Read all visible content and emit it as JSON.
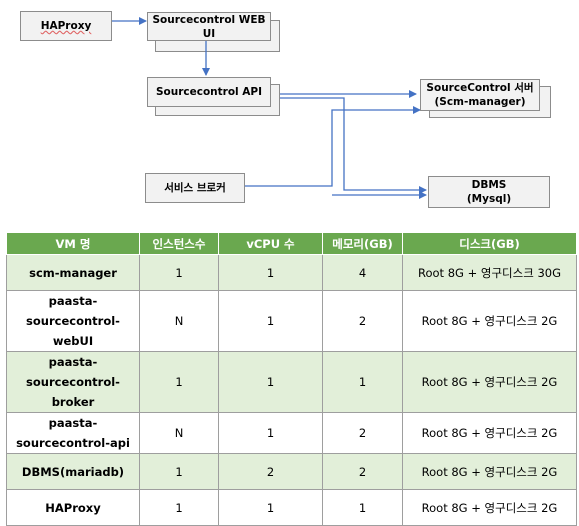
{
  "diagram": {
    "haproxy": "HAProxy",
    "webui": "Sourcecontrol WEB UI",
    "api": "Sourcecontrol API",
    "broker": "서비스 브로커",
    "scm_line1": "SourceControl 서버",
    "scm_line2": "(Scm-manager)",
    "dbms_line1": "DBMS",
    "dbms_line2": "(Mysql)"
  },
  "table": {
    "headers": [
      "VM 명",
      "인스턴스수",
      "vCPU 수",
      "메모리(GB)",
      "디스크(GB)"
    ],
    "rows": [
      {
        "name1": "scm-manager",
        "name2": "",
        "instances": "1",
        "vcpu": "1",
        "memory": "4",
        "disk": "Root 8G + 영구디스크 30G"
      },
      {
        "name1": "paasta-",
        "name2": "sourcecontrol-webUI",
        "instances": "N",
        "vcpu": "1",
        "memory": "2",
        "disk": "Root 8G + 영구디스크 2G"
      },
      {
        "name1": "paasta-",
        "name2": "sourcecontrol-broker",
        "instances": "1",
        "vcpu": "1",
        "memory": "1",
        "disk": "Root 8G + 영구디스크 2G"
      },
      {
        "name1": "paasta-",
        "name2": "sourcecontrol-api",
        "instances": "N",
        "vcpu": "1",
        "memory": "2",
        "disk": "Root 8G + 영구디스크 2G"
      },
      {
        "name1": "DBMS(mariadb)",
        "name2": "",
        "instances": "1",
        "vcpu": "2",
        "memory": "2",
        "disk": "Root 8G + 영구디스크 2G"
      },
      {
        "name1": "HAProxy",
        "name2": "",
        "instances": "1",
        "vcpu": "1",
        "memory": "1",
        "disk": "Root 8G + 영구디스크 2G"
      }
    ]
  },
  "colors": {
    "header_green": "#6aa84f",
    "row_shade": "#e2efd9",
    "arrow_blue": "#4472c4"
  }
}
